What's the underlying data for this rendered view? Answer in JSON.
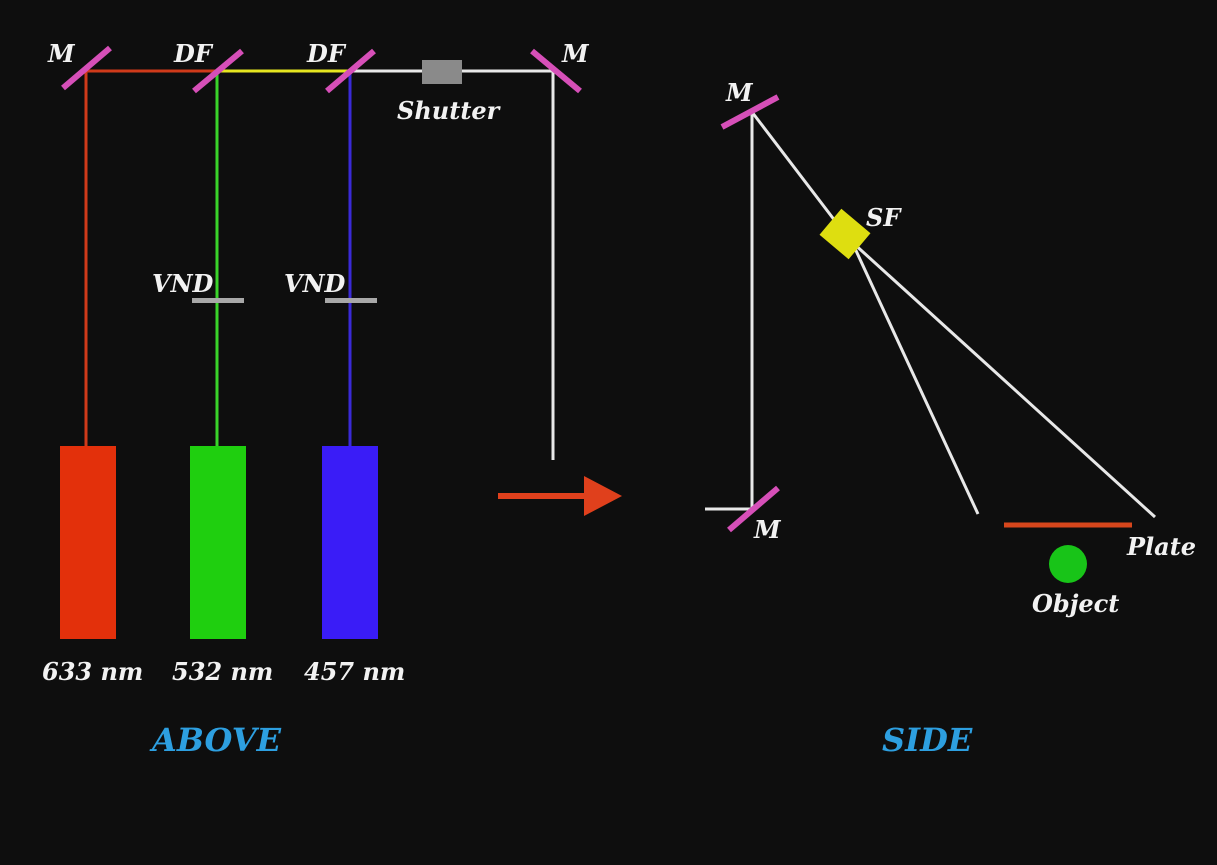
{
  "labels": {
    "mirror": "M",
    "dichroic_filter": "DF",
    "shutter": "Shutter",
    "vnd": "VND",
    "spatial_filter": "SF",
    "plate": "Plate",
    "object": "Object"
  },
  "wavelengths": [
    "633 nm",
    "532 nm",
    "457 nm"
  ],
  "views": {
    "above": "ABOVE",
    "side": "SIDE"
  },
  "colors": {
    "background": "#0e0e0e",
    "mirror": "#d64fb8",
    "laser_red": "#e3300b",
    "laser_green": "#1fcf0f",
    "laser_blue": "#3a1cf7",
    "beam_red": "#d03a1a",
    "beam_green": "#3ad42a",
    "beam_blue": "#3a2ad8",
    "beam_yellow": "#e6e620",
    "beam_white": "#e8e8e8",
    "shutter": "#8a8a8a",
    "vnd": "#a8a8a8",
    "spatial_filter": "#dede10",
    "plate": "#d6461c",
    "object": "#18c418",
    "arrow": "#e0401c",
    "view_label": "#2d9fe0"
  }
}
